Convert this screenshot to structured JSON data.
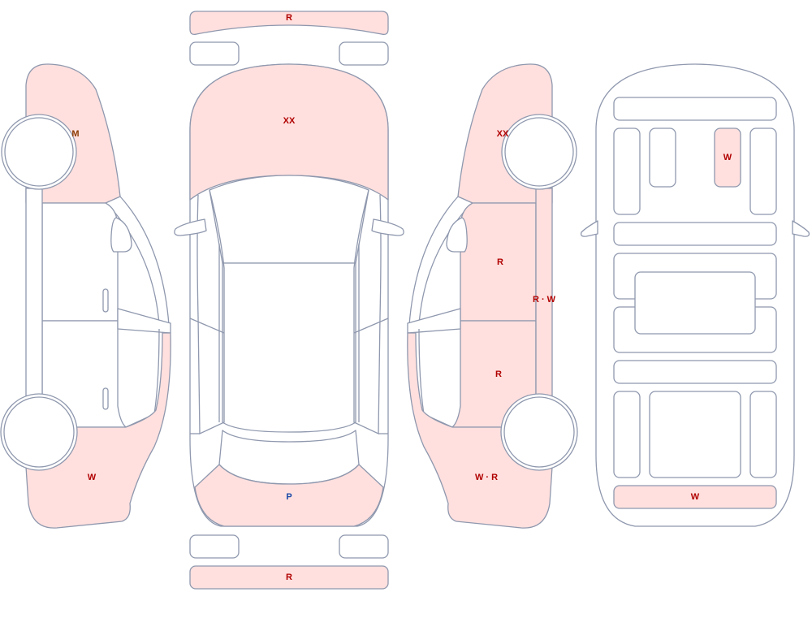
{
  "colors": {
    "outline": "#8f98ae",
    "damaged_fill": "#ffe0de",
    "panel_fill": "#ffffff",
    "label_red": "#b00000",
    "label_brown": "#8a3a00",
    "label_blue": "#1a4aa8"
  },
  "labels": {
    "front_bumper": "R",
    "hood": "XX",
    "rear_bumper_top": "P",
    "rear_bumper_bottom": "R",
    "left_front_fender": "M",
    "left_rear_quarter": "W",
    "right_front_fender": "XX",
    "right_front_door": "R",
    "right_rear_door": "R",
    "right_rocker": "R · W",
    "right_rear_quarter": "W · R",
    "interior_rear_seat": "W",
    "interior_cargo": "W"
  }
}
